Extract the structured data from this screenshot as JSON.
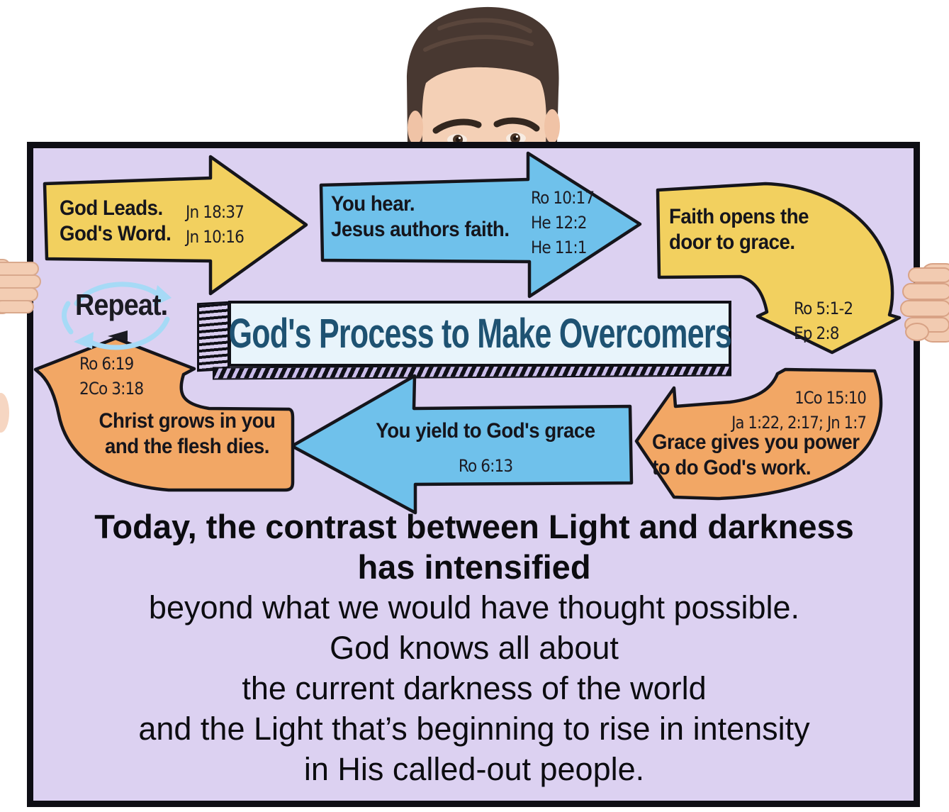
{
  "poster": {
    "banner_title": "God's Process to Make Overcomers",
    "repeat_label": "Repeat.",
    "arrow_god_leads": {
      "line1": "God Leads.",
      "line2": "God's Word.",
      "ref1": "Jn 18:37",
      "ref2": "Jn 10:16"
    },
    "arrow_you_hear": {
      "line1": "You hear.",
      "line2": "Jesus authors faith.",
      "ref1": "Ro 10:17",
      "ref2": "He 12:2",
      "ref3": "He 11:1"
    },
    "arrow_faith_opens": {
      "line1": "Faith opens the",
      "line2": "door to grace.",
      "ref1": "Ro 5:1-2",
      "ref2": "Ep 2:8"
    },
    "arrow_grace_gives": {
      "ref1": "1Co 15:10",
      "ref2": "Ja 1:22, 2:17; Jn 1:7",
      "line1": "Grace gives you power",
      "line2": "to do God's work."
    },
    "arrow_you_yield": {
      "line1": "You yield to God's grace",
      "ref1": "Ro 6:13"
    },
    "arrow_christ_grows": {
      "ref1": "Ro 6:19",
      "ref2": "2Co 3:18",
      "line1": "Christ grows in you",
      "line2": "and the flesh dies."
    },
    "message_lines": [
      "Today, the contrast between Light and darkness",
      "has intensified",
      "beyond what we would have thought possible.",
      "God knows all about",
      "the current darkness of the world",
      "and the Light that’s beginning to rise in intensity",
      "in His called-out people."
    ],
    "colors": {
      "poster_background": "#dcd1f1",
      "arrow_yellow": "#f2d05f",
      "arrow_blue": "#6fc1eb",
      "arrow_orange": "#f2a765",
      "banner_background": "#e8f4fb",
      "banner_text": "#1e5272",
      "repeat_cycle_blue": "#a6daf6",
      "outline": "#15151b"
    }
  }
}
